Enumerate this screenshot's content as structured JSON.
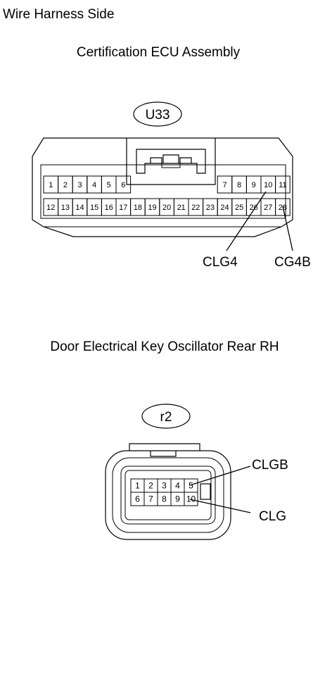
{
  "header": {
    "title": "Wire Harness Side"
  },
  "connectors": [
    {
      "name": "Certification ECU Assembly",
      "code": "U33",
      "pins_top_left": [
        "1",
        "2",
        "3",
        "4",
        "5",
        "6"
      ],
      "pins_top_right": [
        "7",
        "8",
        "9",
        "10",
        "11"
      ],
      "pins_bottom": [
        "12",
        "13",
        "14",
        "15",
        "16",
        "17",
        "18",
        "19",
        "20",
        "21",
        "22",
        "23",
        "24",
        "25",
        "26",
        "27",
        "28"
      ],
      "callouts": [
        {
          "label": "CLG4",
          "pin": "10"
        },
        {
          "label": "CG4B",
          "pin": "28"
        }
      ]
    },
    {
      "name": "Door Electrical Key Oscillator Rear RH",
      "code": "r2",
      "pins_top": [
        "1",
        "2",
        "3",
        "4",
        "5"
      ],
      "pins_bottom": [
        "6",
        "7",
        "8",
        "9",
        "10"
      ],
      "callouts": [
        {
          "label": "CLGB",
          "pin": "5"
        },
        {
          "label": "CLG",
          "pin": "10"
        }
      ]
    }
  ]
}
